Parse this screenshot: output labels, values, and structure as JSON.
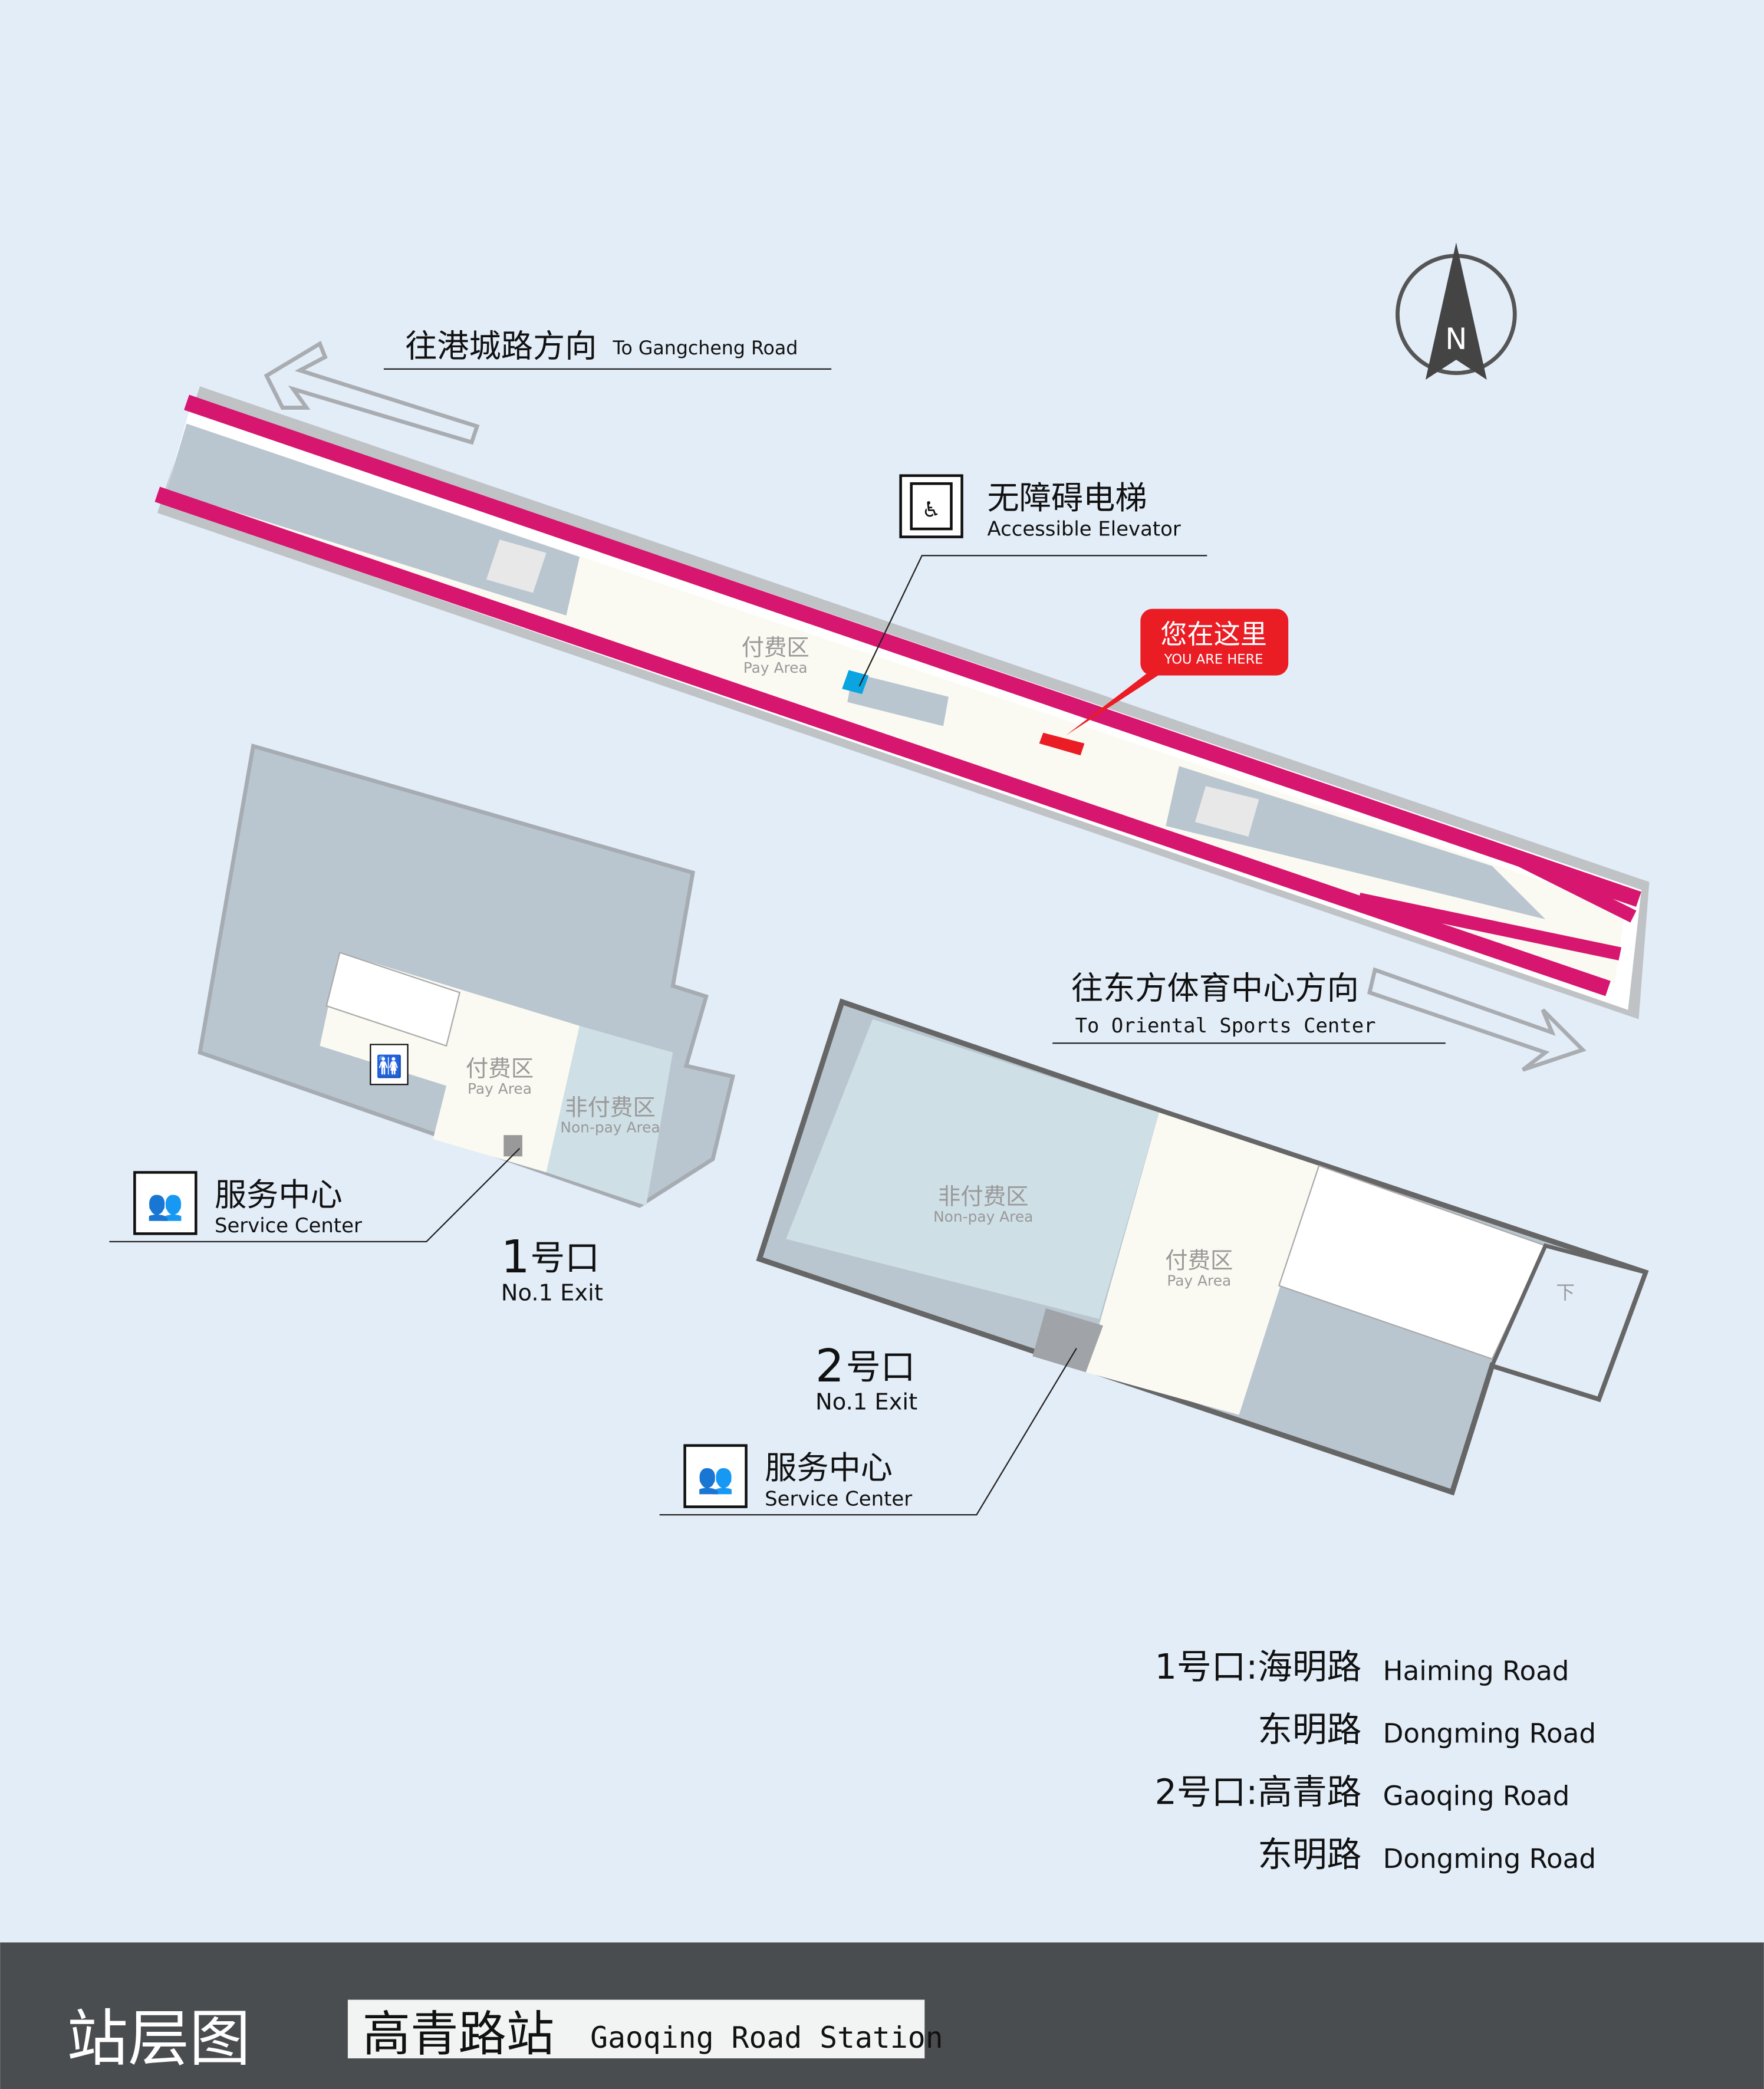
{
  "directions": {
    "west": {
      "zh": "往港城路方向",
      "en": "To Gangcheng Road"
    },
    "east": {
      "zh": "往东方体育中心方向",
      "en": "To Oriental Sports Center"
    }
  },
  "compass": {
    "label": "N"
  },
  "elevator": {
    "zh": "无障碍电梯",
    "en": "Accessible Elevator"
  },
  "you_are_here": {
    "zh": "您在这里",
    "en": "YOU ARE HERE"
  },
  "areas": {
    "pay_zh": "付费区",
    "pay_en": "Pay Area",
    "nonpay_zh": "非付费区",
    "nonpay_en": "Non-pay Area",
    "down": "下"
  },
  "exits": {
    "exit1": {
      "num": "1",
      "zh": "号口",
      "en": "No.1 Exit"
    },
    "exit2": {
      "num": "2",
      "zh": "号口",
      "en": "No.1 Exit"
    }
  },
  "service_center": {
    "zh": "服务中心",
    "en": "Service Center"
  },
  "exit_roads": [
    {
      "prefix": "1号口:",
      "zh": "海明路",
      "en": "Haiming Road"
    },
    {
      "prefix": "",
      "zh": "东明路",
      "en": "Dongming Road"
    },
    {
      "prefix": "2号口:",
      "zh": "高青路",
      "en": "Gaoqing Road"
    },
    {
      "prefix": "",
      "zh": "东明路",
      "en": "Dongming Road"
    }
  ],
  "footer": {
    "title": "站层图",
    "station_zh": "高青路站",
    "station_en": "Gaoqing Road Station"
  },
  "colors": {
    "background": "#e3edf8",
    "track": "#d6166f",
    "here": "#ea1c24",
    "footer": "#4a4d50"
  }
}
